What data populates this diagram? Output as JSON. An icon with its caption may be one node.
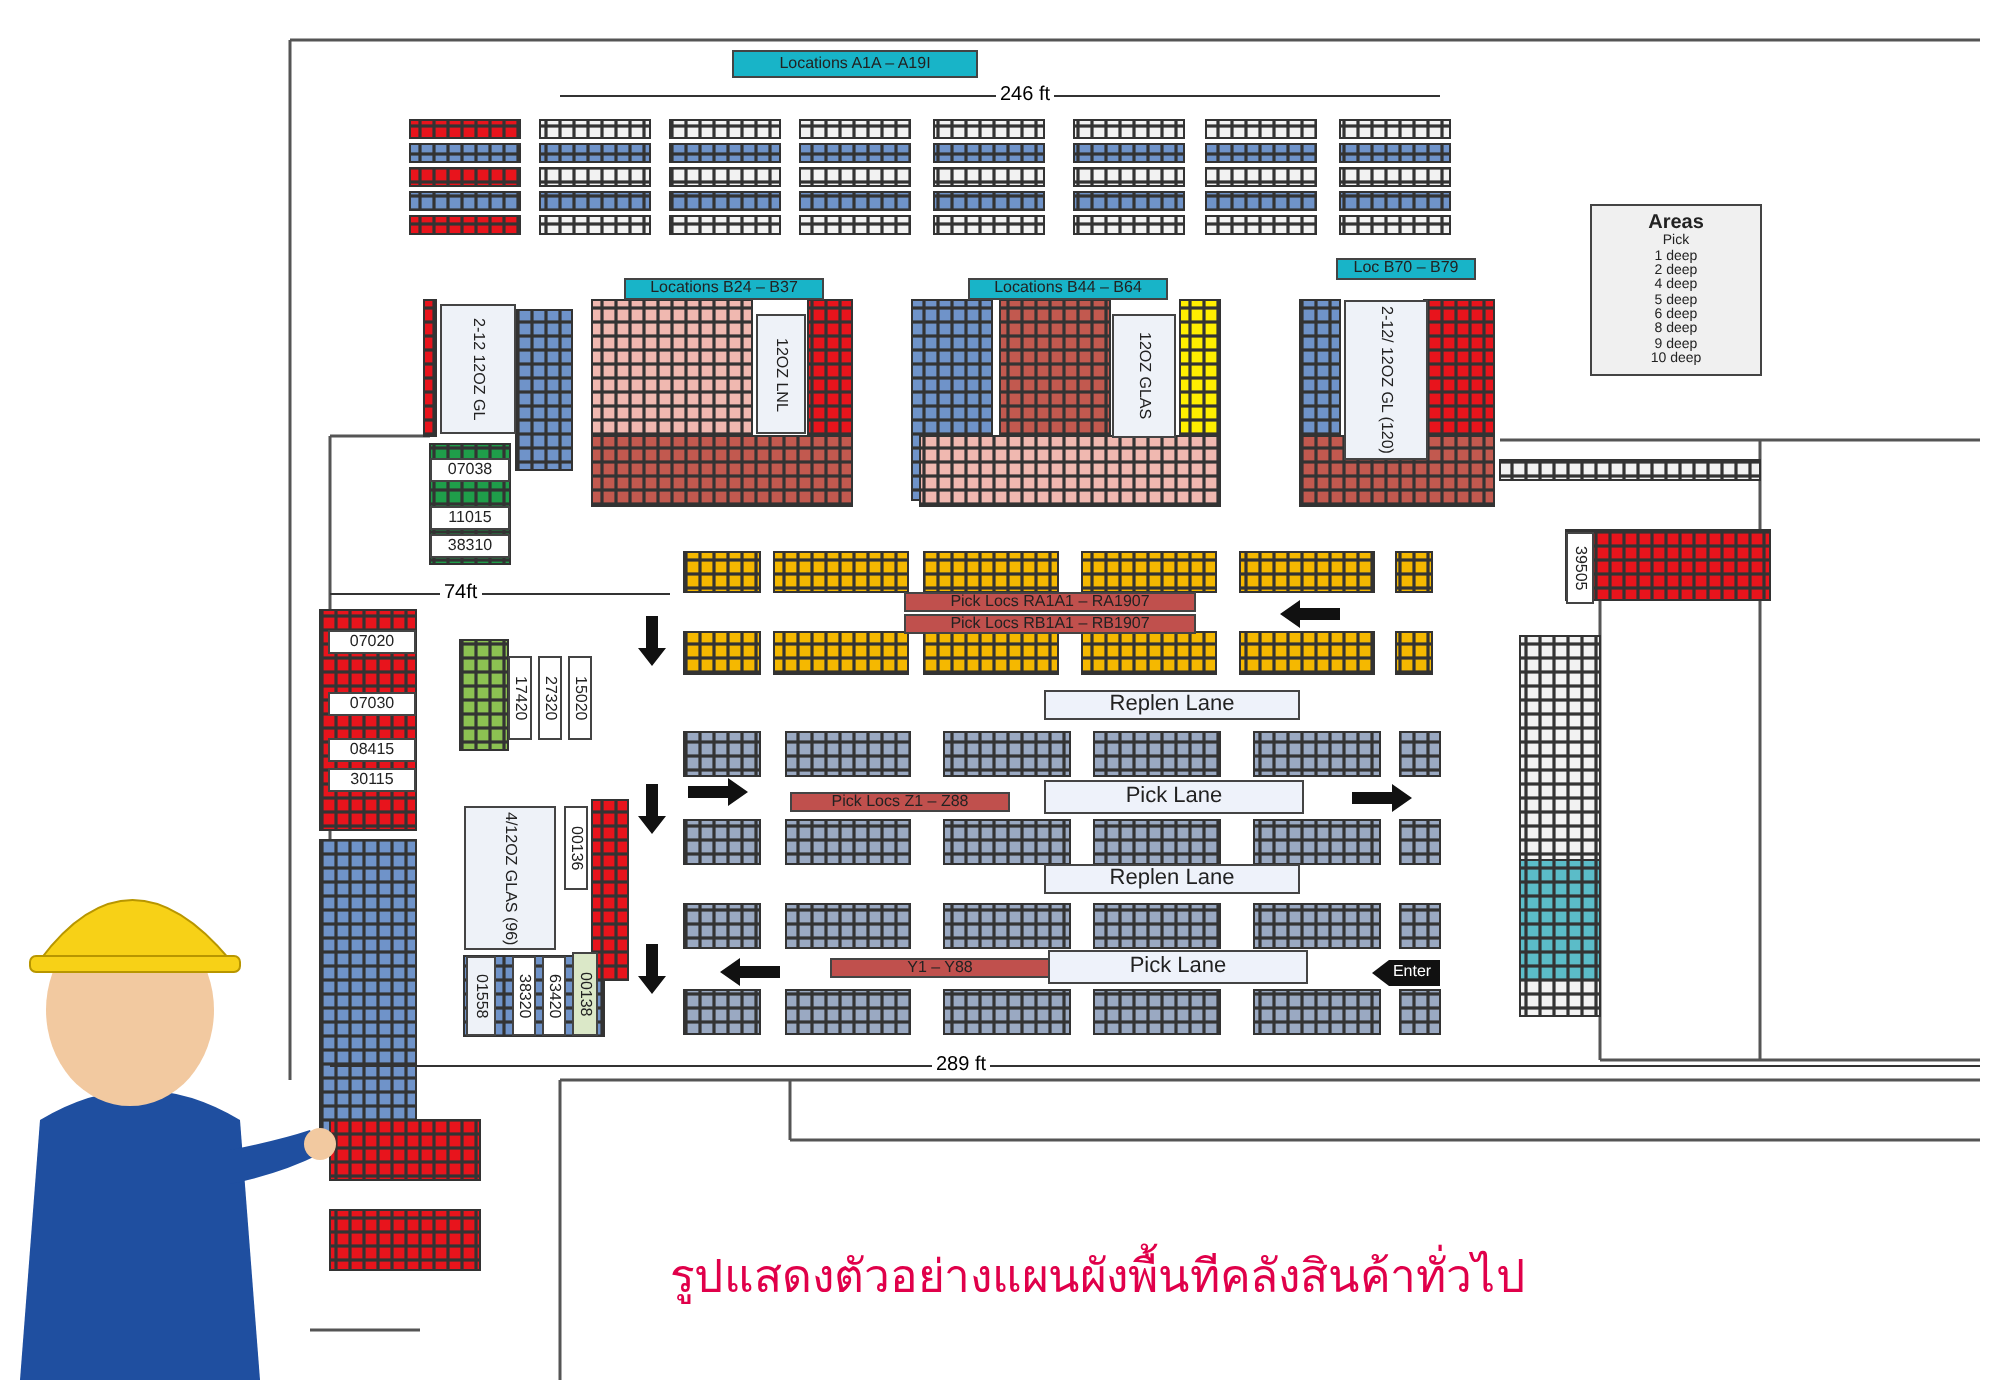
{
  "diagram": {
    "caption": "รูปแสดงตัวอย่างแผนผังพื้นทีคลังสินค้าทั่วไป",
    "nodes": [
      {
        "text": [
          "Locations A1A – A19I"
        ]
      },
      {
        "text": [
          "Locations B24 – B37"
        ]
      },
      {
        "text": [
          "Locations B44 – B64"
        ]
      },
      {
        "text": [
          "Loc B70 – B79"
        ]
      },
      {
        "text": [
          "2-12 12OZ GL"
        ]
      },
      {
        "text": [
          "12OZ LNL"
        ]
      },
      {
        "text": [
          "12OZ GLAS"
        ]
      },
      {
        "text": [
          "2-12/ 12OZ GL (120)"
        ]
      },
      {
        "text": [
          "Areas",
          "Pick",
          "1 deep",
          "2 deep",
          "4 deep",
          "5 deep",
          "6 deep",
          "8 deep",
          "9 deep",
          "10 deep"
        ]
      },
      {
        "text": [
          "07038"
        ]
      },
      {
        "text": [
          "11015"
        ]
      },
      {
        "text": [
          "38310"
        ]
      },
      {
        "text": [
          "07020"
        ]
      },
      {
        "text": [
          "07030"
        ]
      },
      {
        "text": [
          "08415"
        ]
      },
      {
        "text": [
          "30115"
        ]
      },
      {
        "text": [
          "17420"
        ]
      },
      {
        "text": [
          "27320"
        ]
      },
      {
        "text": [
          "15020"
        ]
      },
      {
        "text": [
          "4/12OZ GLAS (96)"
        ]
      },
      {
        "text": [
          "00136"
        ]
      },
      {
        "text": [
          "01558"
        ]
      },
      {
        "text": [
          "38320"
        ]
      },
      {
        "text": [
          "63420"
        ]
      },
      {
        "text": [
          "00138"
        ]
      },
      {
        "text": [
          "39505"
        ]
      },
      {
        "text": [
          "Pick Locs RA1A1 – RA1907"
        ]
      },
      {
        "text": [
          "Pick Locs RB1A1 – RB1907"
        ]
      },
      {
        "text": [
          "Replen Lane"
        ]
      },
      {
        "text": [
          "Pick Locs Z1 – Z88"
        ]
      },
      {
        "text": [
          "Pick Lane"
        ]
      },
      {
        "text": [
          "Replen Lane"
        ]
      },
      {
        "text": [
          "Y1 – Y88"
        ]
      },
      {
        "text": [
          "Pick Lane"
        ]
      },
      {
        "text": [
          "Enter"
        ]
      }
    ],
    "labels": [
      "246 ft",
      "74ft",
      "289 ft"
    ]
  }
}
